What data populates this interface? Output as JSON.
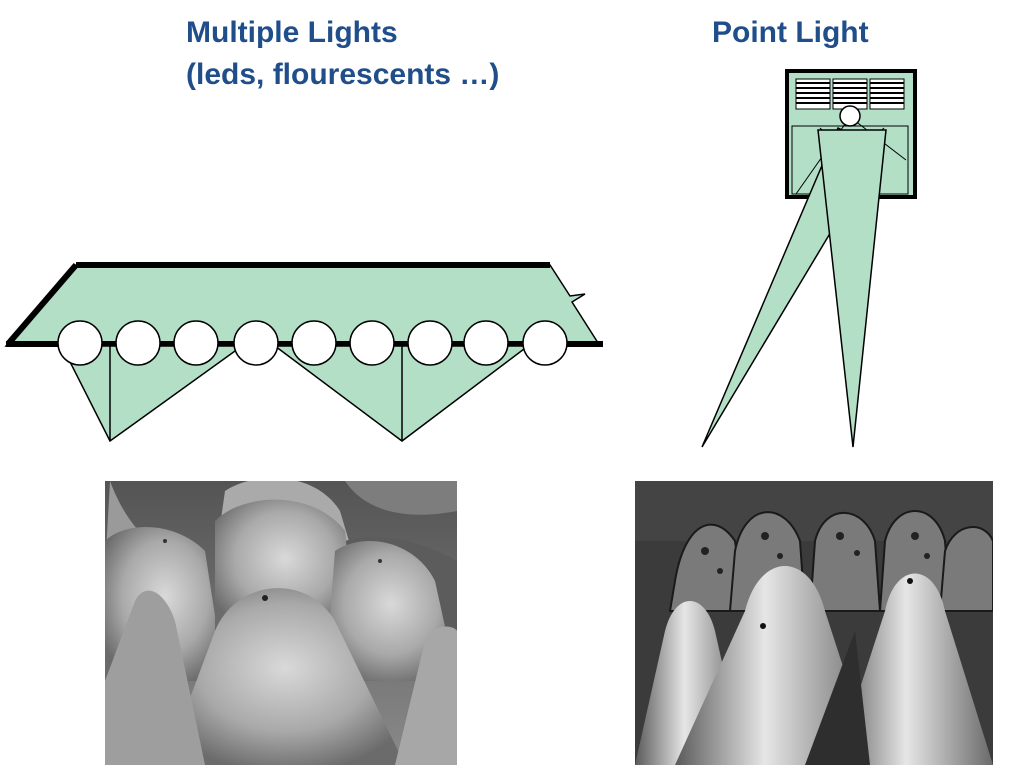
{
  "titles": {
    "multiple_lights_line1": "Multiple Lights",
    "multiple_lights_line2": "(leds, flourescents …)",
    "point_light": "Point Light"
  },
  "colors": {
    "title": "#1f4e8a",
    "light_beam": "#b3dfc7",
    "outline": "#111111"
  },
  "diagrams": {
    "multiple_lights": {
      "light_count": 9
    },
    "point_light": {
      "light_count": 1
    }
  },
  "images": {
    "left": "photo-egg-crate-multiple-lights",
    "right": "photo-egg-crate-point-light"
  }
}
